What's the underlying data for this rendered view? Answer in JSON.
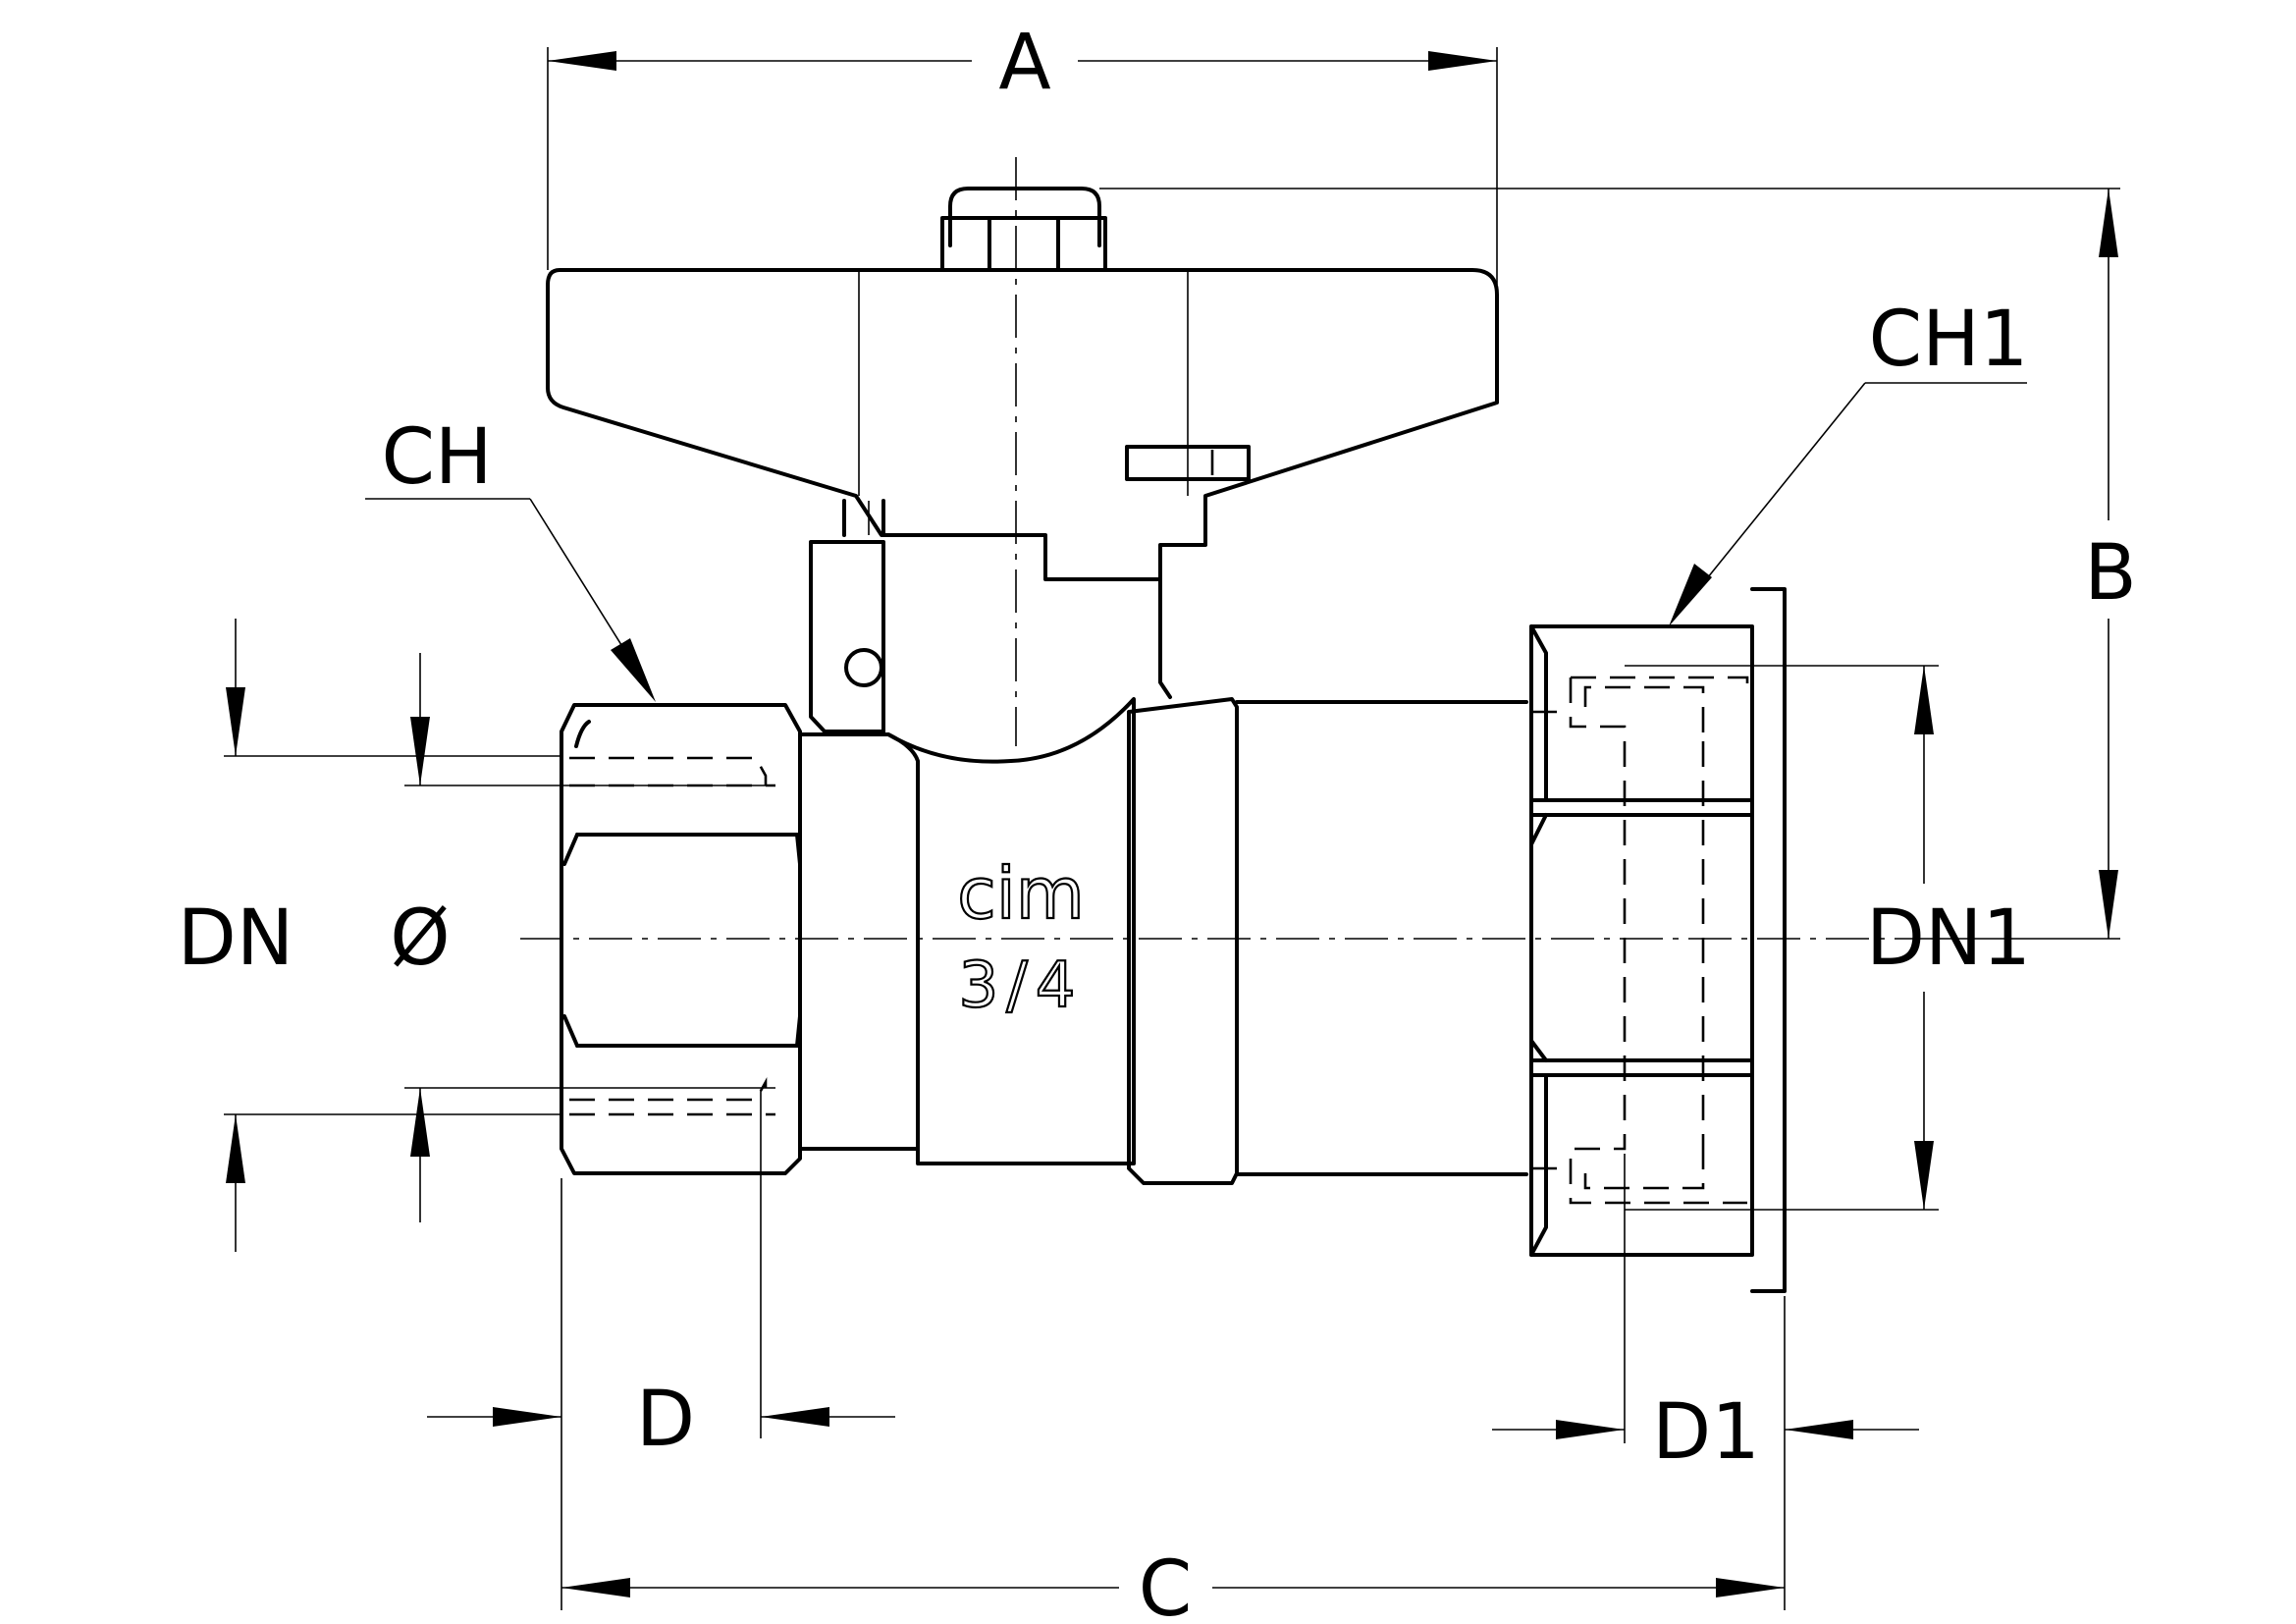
{
  "labels": {
    "A": "A",
    "B": "B",
    "C": "C",
    "D": "D",
    "D1": "D1",
    "CH": "CH",
    "CH1": "CH1",
    "DN": "DN",
    "DN1": "DN1",
    "phi": "Ø"
  },
  "body_marking": {
    "brand": "cim",
    "size": "3/4"
  }
}
